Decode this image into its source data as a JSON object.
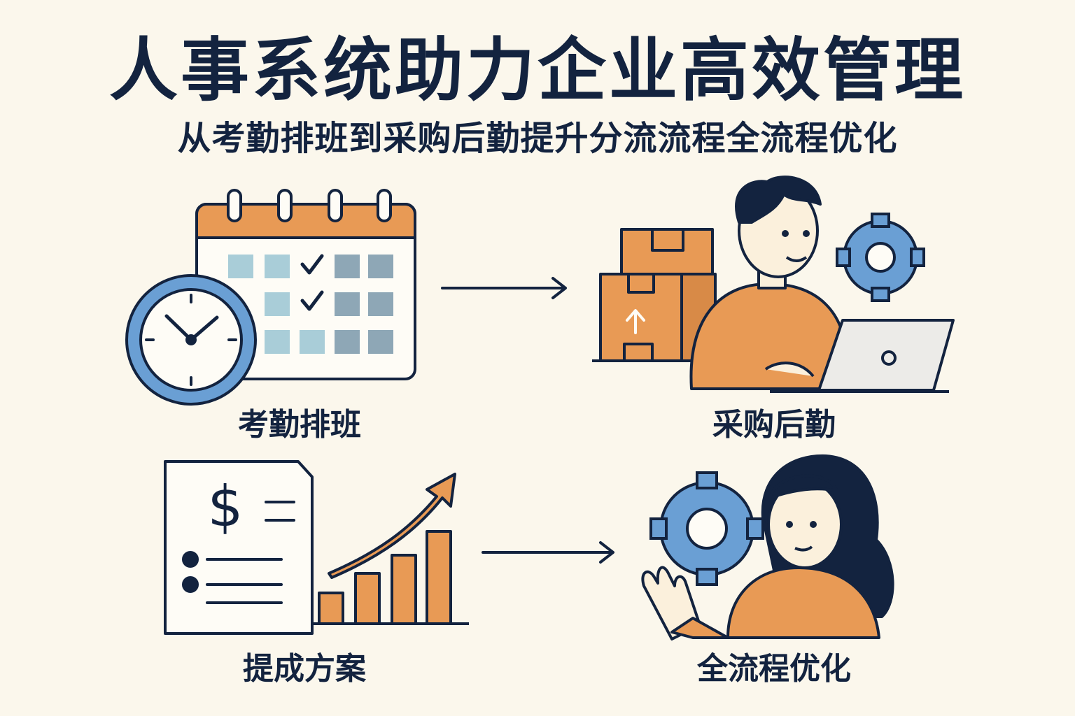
{
  "header": {
    "title": "人事系统助力企业高效管理",
    "subtitle": "从考勤排班到采购后勤提升分流流程全流程优化"
  },
  "steps": [
    {
      "label": "考勤排班",
      "icon": "calendar-clock-icon"
    },
    {
      "label": "采购后勤",
      "icon": "boxes-laptop-worker-icon"
    },
    {
      "label": "提成方案",
      "icon": "invoice-growth-chart-icon"
    },
    {
      "label": "全流程优化",
      "icon": "gear-waving-person-icon"
    }
  ],
  "colors": {
    "navy": "#13233f",
    "orange": "#e89a55",
    "blue": "#6a9fd4",
    "background": "#fbf7ec"
  }
}
